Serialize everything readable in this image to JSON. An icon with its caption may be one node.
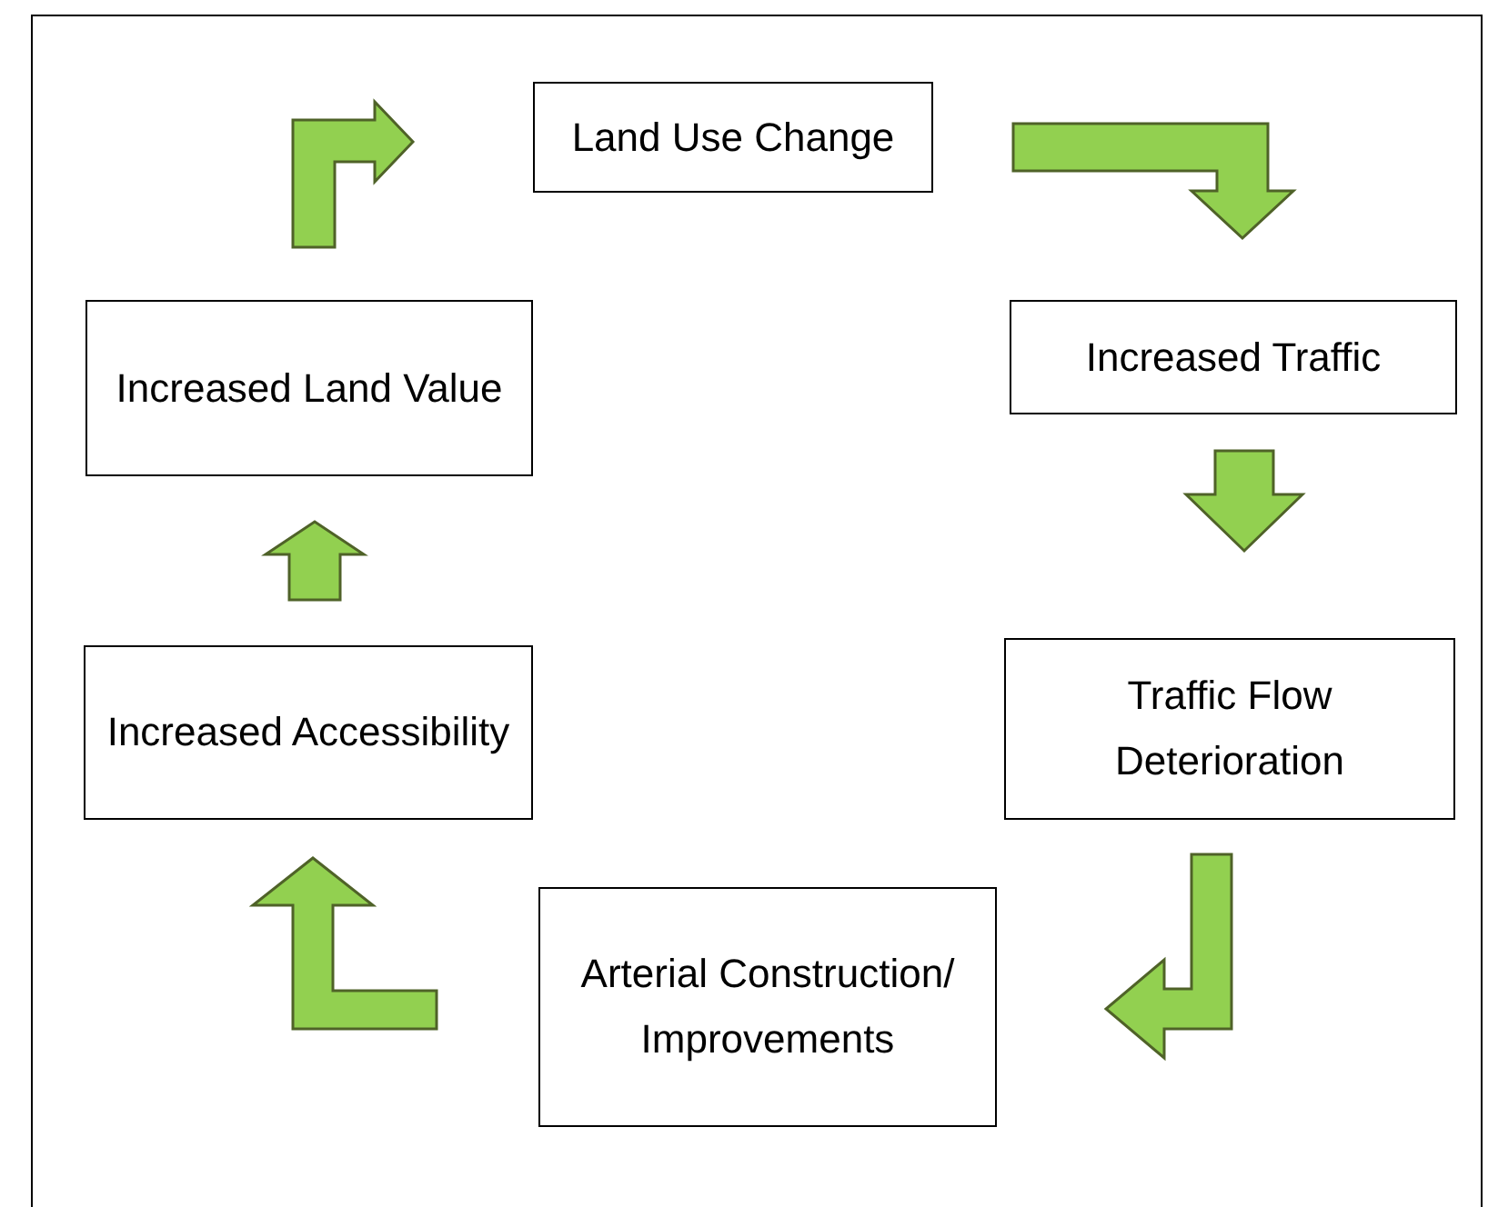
{
  "diagram": {
    "nodes": [
      {
        "text": [
          "Land Use Change"
        ]
      },
      {
        "text": [
          "Increased Traffic"
        ]
      },
      {
        "text": [
          "Traffic Flow Deterioration"
        ]
      },
      {
        "text": [
          "Arterial Construction/ Improvements"
        ]
      },
      {
        "text": [
          "Increased Accessibility"
        ]
      },
      {
        "text": [
          "Increased Land Value"
        ]
      }
    ],
    "edges": [
      {
        "from": 0,
        "to": 1,
        "arrow": "to"
      },
      {
        "from": 1,
        "to": 2,
        "arrow": "to"
      },
      {
        "from": 2,
        "to": 3,
        "arrow": "to"
      },
      {
        "from": 3,
        "to": 4,
        "arrow": "to"
      },
      {
        "from": 4,
        "to": 5,
        "arrow": "to"
      },
      {
        "from": 5,
        "to": 0,
        "arrow": "to"
      }
    ]
  }
}
